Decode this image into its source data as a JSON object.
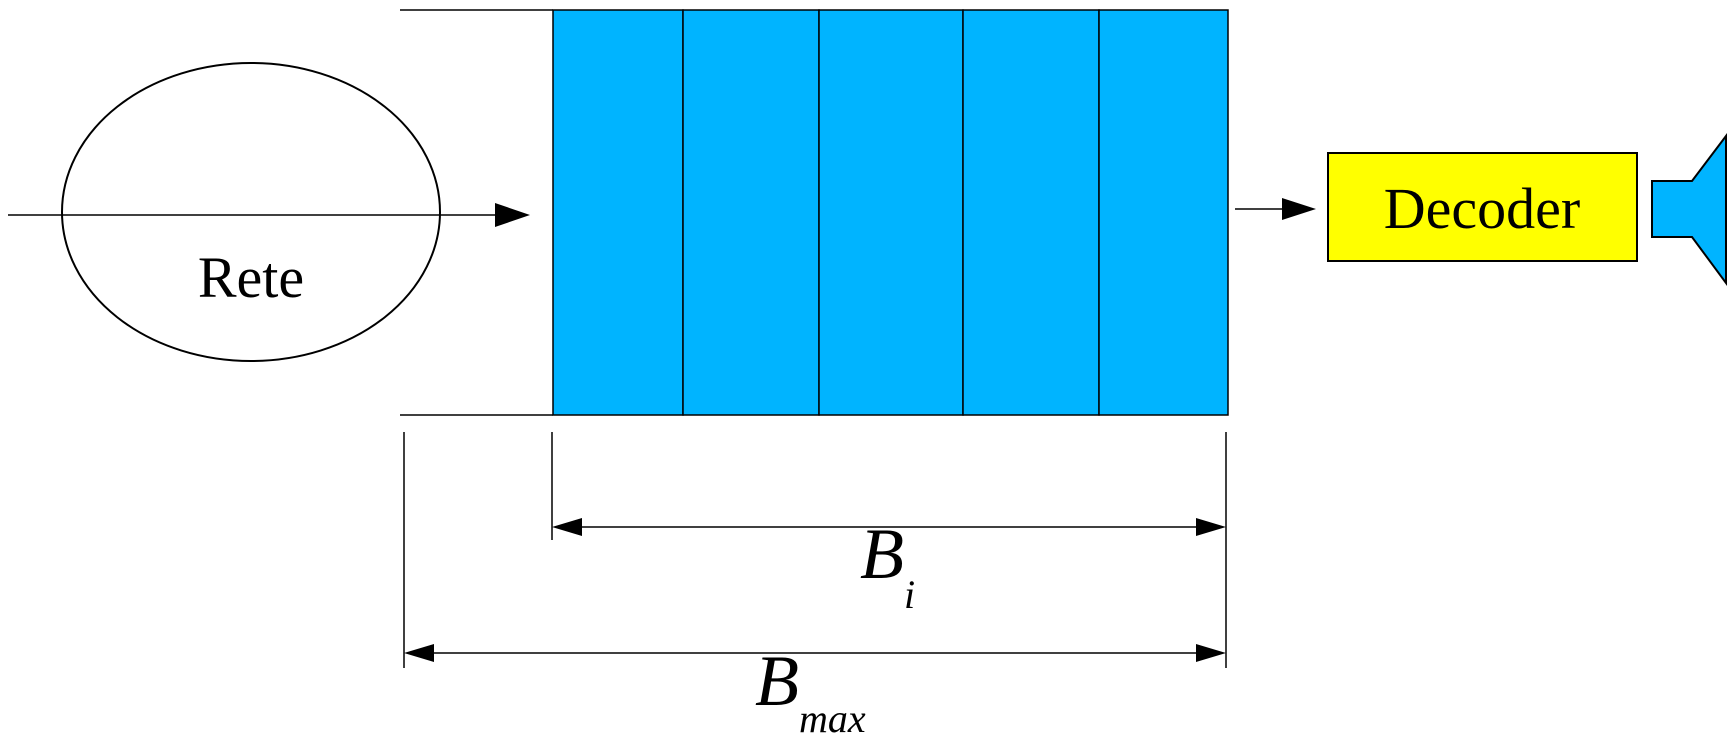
{
  "network_label": "Rete",
  "decoder_label": "Decoder",
  "buffer_current": {
    "symbol": "B",
    "subscript": "i"
  },
  "buffer_max": {
    "symbol": "B",
    "subscript": "max"
  },
  "colors": {
    "buffer_fill": "#00B4FF",
    "decoder_fill": "#FFFF00",
    "speaker_fill": "#00B4FF",
    "stroke": "#000000"
  }
}
